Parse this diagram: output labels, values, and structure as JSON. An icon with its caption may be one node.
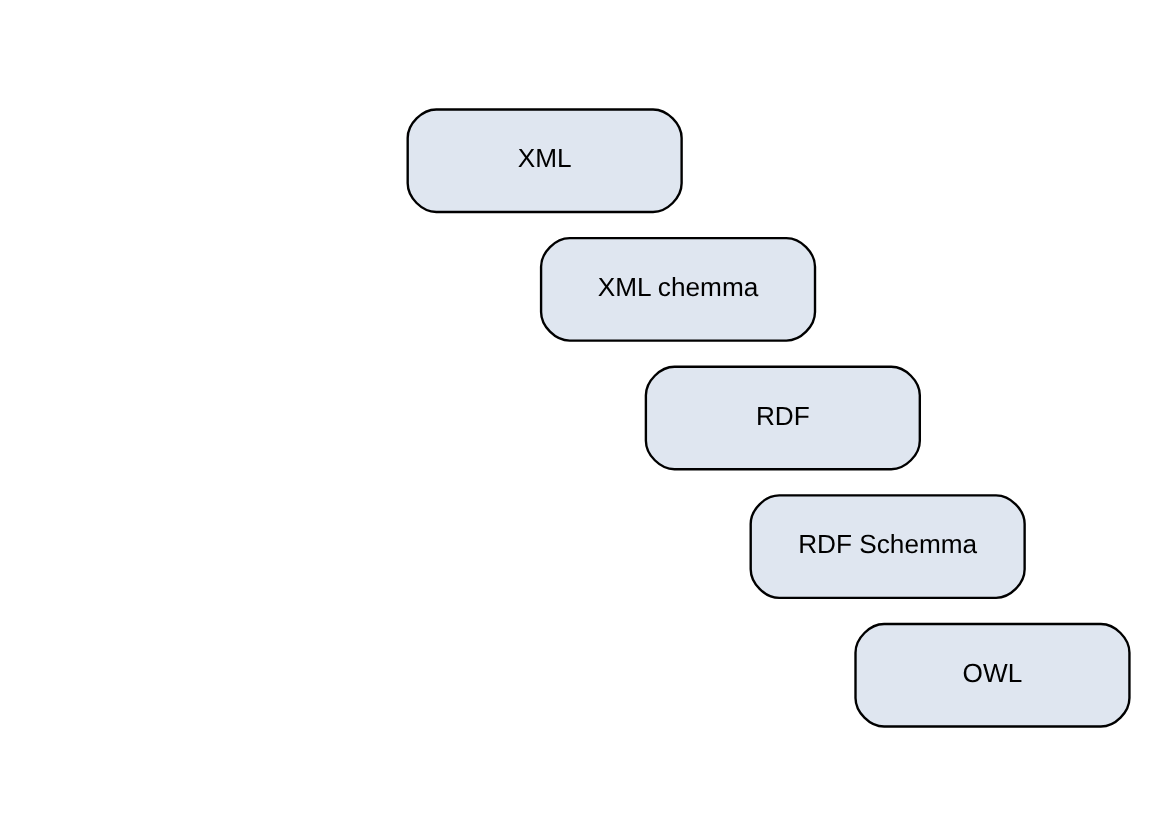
{
  "diagram": {
    "nodes": [
      {
        "text": [
          "XML"
        ]
      },
      {
        "text": [
          "XML chemma"
        ]
      },
      {
        "text": [
          "RDF"
        ]
      },
      {
        "text": [
          "RDF Schemma"
        ]
      },
      {
        "text": [
          "OWL"
        ]
      }
    ]
  }
}
